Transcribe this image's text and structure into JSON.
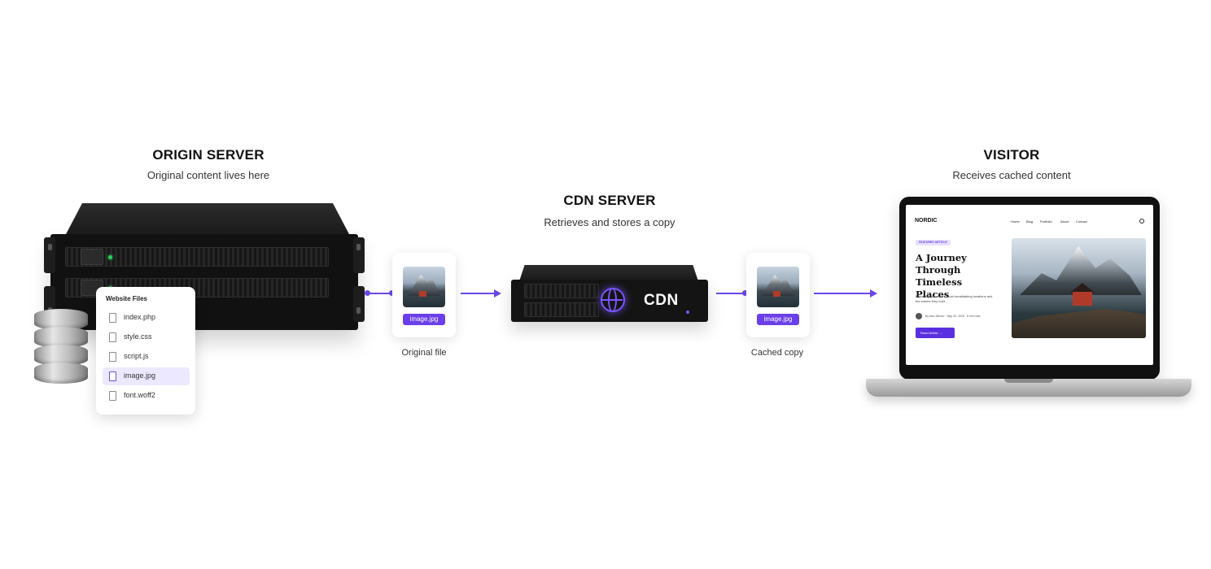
{
  "origin": {
    "title": "ORIGIN SERVER",
    "subtitle": "Original content lives here",
    "files_panel": {
      "title": "Website Files",
      "files": [
        {
          "name": "index.php",
          "icon": "file-icon",
          "active": false
        },
        {
          "name": "style.css",
          "icon": "file-icon",
          "active": false
        },
        {
          "name": "script.js",
          "icon": "file-icon",
          "active": false
        },
        {
          "name": "image.jpg",
          "icon": "image-file-icon",
          "active": true
        },
        {
          "name": "font.woff2",
          "icon": "file-icon",
          "active": false
        }
      ]
    }
  },
  "original_file": {
    "tag": "image.jpg",
    "caption": "Original file"
  },
  "cdn": {
    "title": "CDN SERVER",
    "subtitle": "Retrieves and stores a copy",
    "label": "CDN",
    "icon": "globe-icon"
  },
  "cached_file": {
    "tag": "image.jpg",
    "caption": "Cached copy"
  },
  "visitor": {
    "title": "VISITOR",
    "subtitle": "Receives cached content",
    "site": {
      "brand": "NORDIC",
      "nav": [
        "Home",
        "Blog",
        "Portfolio",
        "About",
        "Contact"
      ],
      "badge": "FEATURED ARTICLE",
      "headline": "A Journey Through Timeless Places",
      "description": "Exploring the world's most breathtaking locations and the stories they hold.",
      "author": "By Alex Mercer  ·  May 20, 2025  ·  8 min read",
      "cta": "Read Article →"
    }
  },
  "colors": {
    "accent": "#6c47e8",
    "led_green": "#2fd05a"
  }
}
